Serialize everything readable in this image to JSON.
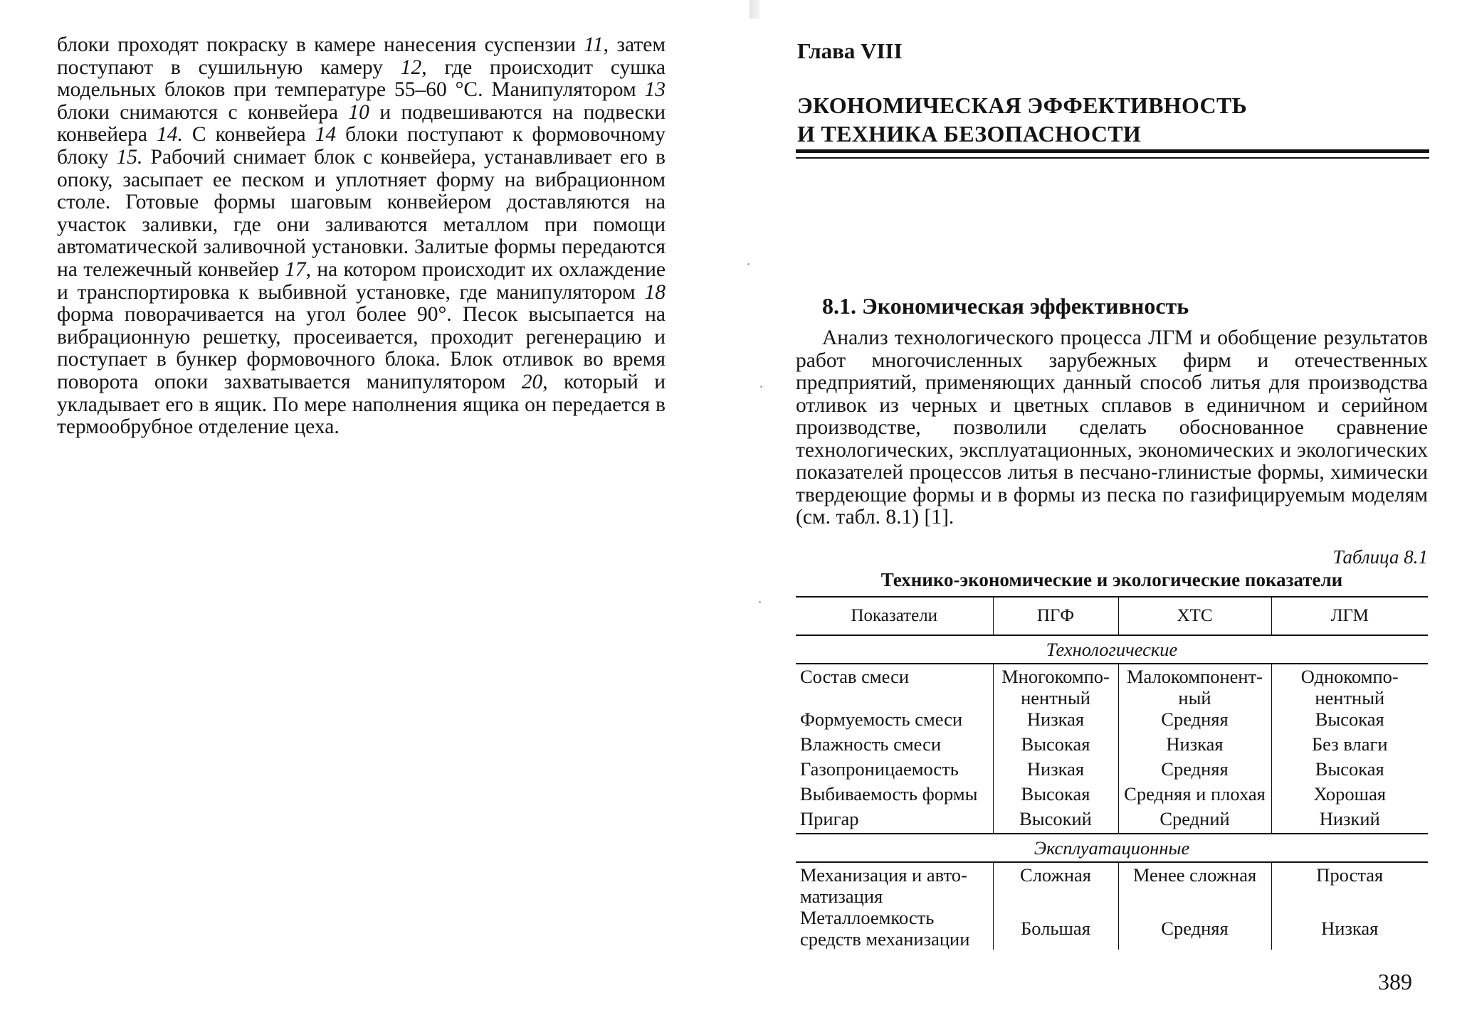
{
  "left_page": {
    "paragraph": [
      {
        "t": "блоки проходят покраску в камере нанесения суспензии "
      },
      {
        "t": "11",
        "i": true
      },
      {
        "t": ", затем поступают в сушильную камеру "
      },
      {
        "t": "12",
        "i": true
      },
      {
        "t": ", где происходит сушка модельных блоков при температуре 55–60 °С. Манипулятором "
      },
      {
        "t": "13",
        "i": true
      },
      {
        "t": " блоки снимаются с конвейера "
      },
      {
        "t": "10",
        "i": true
      },
      {
        "t": " и подвешиваются на подвески конвейера "
      },
      {
        "t": "14.",
        "i": true
      },
      {
        "t": " С конвейера "
      },
      {
        "t": "14",
        "i": true
      },
      {
        "t": " блоки поступают к формовочному блоку "
      },
      {
        "t": "15.",
        "i": true
      },
      {
        "t": " Рабочий снимает блок с конвейера, устанавливает его в опоку, засыпает ее песком и уплотняет форму на вибрационном столе. Готовые формы шаговым конвейером доставляются на участок заливки, где они заливаются металлом при помощи автоматической заливочной установки. Залитые формы передаются на тележечный конвейер "
      },
      {
        "t": "17",
        "i": true
      },
      {
        "t": ", на котором происходит их охлаждение и транспортировка к выбивной установке, где манипулятором "
      },
      {
        "t": "18",
        "i": true
      },
      {
        "t": " форма поворачивается на угол более 90°. Песок высыпается на вибрационную решетку, просеивается, проходит регенерацию и поступает в бункер формовочного блока. Блок отливок во время поворота опоки захватывается манипулятором "
      },
      {
        "t": "20",
        "i": true
      },
      {
        "t": ", который и укладывает его в ящик. По мере наполнения ящика он передается в термообрубное отделение цеха."
      }
    ]
  },
  "right_page": {
    "chapter_label": "Глава VIII",
    "chapter_title_line1": "ЭКОНОМИЧЕСКАЯ ЭФФЕКТИВНОСТЬ",
    "chapter_title_line2": "И ТЕХНИКА БЕЗОПАСНОСТИ",
    "section_heading": "8.1. Экономическая эффективность",
    "section_paragraph": "Анализ технологического процесса ЛГМ и обобщение результатов работ многочисленных зарубежных фирм и отечественных предприятий, применяющих данный способ литья для производства отливок из черных и цветных сплавов в единичном и серийном производстве, позволили сделать обоснованное сравнение технологических, эксплуатационных, экономических и экологических показателей процессов литья в песчано-глинистые формы, химически твердеющие формы и в формы из песка по газифицируемым моделям (см. табл. 8.1) [1].",
    "table_label": "Таблица 8.1",
    "table_caption": "Технико-экономические и экологические показатели",
    "table": {
      "headers": [
        "Показатели",
        "ПГФ",
        "ХТС",
        "ЛГМ"
      ],
      "group1": "Технологические",
      "group1_rows": [
        [
          "Состав смеси",
          "Многокомпо-\nнентный",
          "Малокомпонент-\nный",
          "Однокомпо-\nнентный"
        ],
        [
          "Формуемость смеси",
          "Низкая",
          "Средняя",
          "Высокая"
        ],
        [
          "Влажность смеси",
          "Высокая",
          "Низкая",
          "Без влаги"
        ],
        [
          "Газопроницаемость",
          "Низкая",
          "Средняя",
          "Высокая"
        ],
        [
          "Выбиваемость формы",
          "Высокая",
          "Средняя и плохая",
          "Хорошая"
        ],
        [
          "Пригар",
          "Высокий",
          "Средний",
          "Низкий"
        ]
      ],
      "group2": "Эксплуатационные",
      "group2_rows": [
        [
          "Механизация и авто-\nматизация",
          "Сложная",
          "Менее сложная",
          "Простая"
        ],
        [
          "Металлоемкость\nсредств механизации",
          "Большая",
          "Средняя",
          "Низкая"
        ]
      ]
    },
    "page_number": "389"
  }
}
